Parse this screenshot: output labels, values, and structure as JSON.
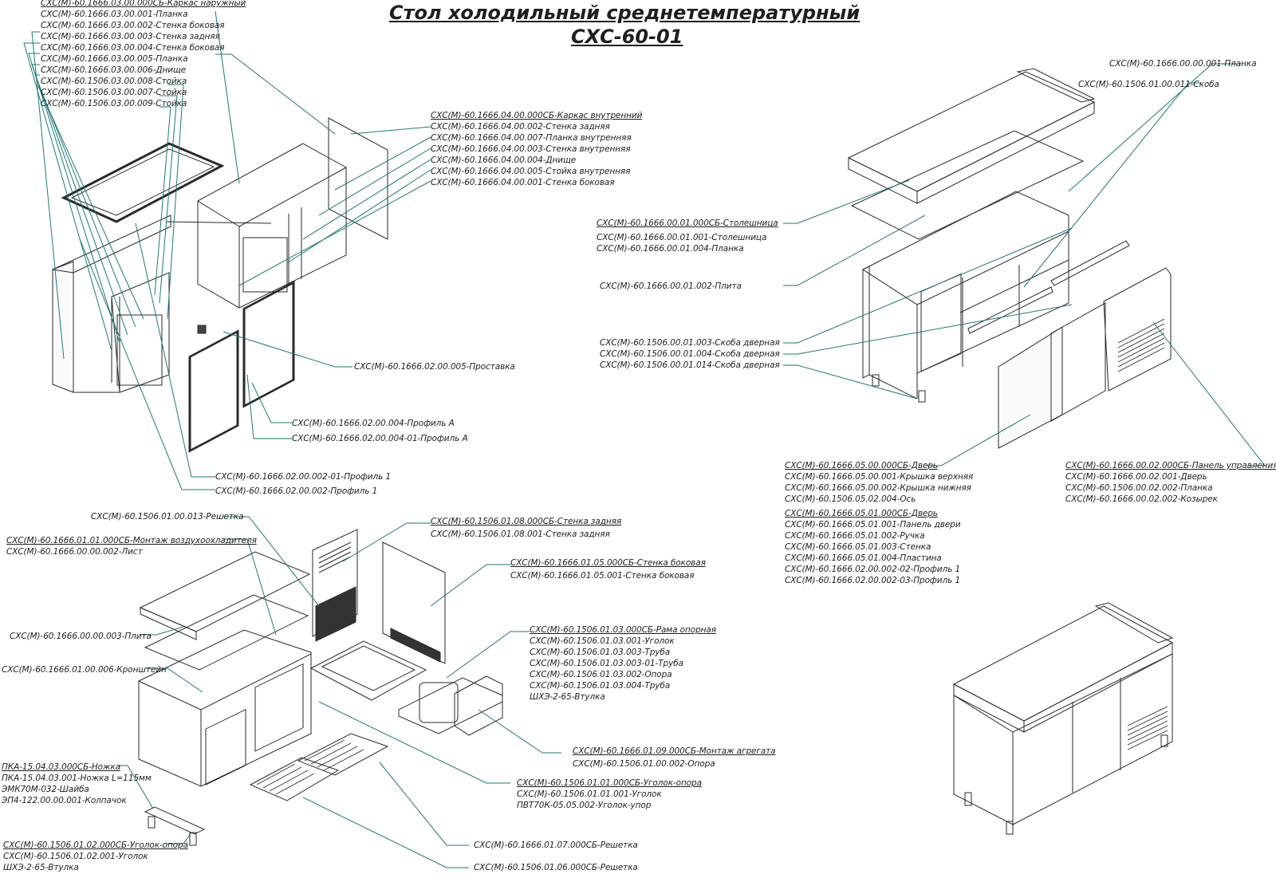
{
  "drawing": {
    "title_line1": "Стол холодильный среднетемпературный",
    "title_line2": "СХС-60-01",
    "leader_color": "#1a7a78"
  },
  "labels": {
    "outer_frame": {
      "header": "СХС(М)-60.1666.03.00.000СБ-Каркас наружный",
      "items": [
        "СХС(М)-60.1666.03.00.001-Планка",
        "СХС(М)-60.1666.03.00.002-Стенка боковая",
        "СХС(М)-60.1666.03.00.003-Стенка задняя",
        "СХС(М)-60.1666.03.00.004-Стенка боковая",
        "СХС(М)-60.1666.03.00.005-Планка",
        "СХС(М)-60.1666.03.00.006-Днище",
        "СХС(М)-60.1506.03.00.008-Стойка",
        "СХС(М)-60.1506.03.00.007-Стойка",
        "СХС(М)-60.1506.03.00.009-Стойка"
      ]
    },
    "inner_frame": {
      "header": "СХС(М)-60.1666.04.00.000СБ-Каркас внутренний",
      "items": [
        "СХС(М)-60.1666.04.00.002-Стенка задняя",
        "СХС(М)-60.1666.04.00.007-Планка внутренняя",
        "СХС(М)-60.1666.04.00.003-Стенка внутренняя",
        "СХС(М)-60.1666.04.00.004-Днище",
        "СХС(М)-60.1666.04.00.005-Стойка внутренняя",
        "СХС(М)-60.1666.04.00.001-Стенка боковая"
      ]
    },
    "spacer": "СХС(М)-60.1666.02.00.005-Проставка",
    "profile_a": "СХС(М)-60.1666.02.00.004-Профиль А",
    "profile_a_01": "СХС(М)-60.1666.02.00.004-01-Профиль А",
    "profile_1_01": "СХС(М)-60.1666.02.00.002-01-Профиль 1",
    "profile_1": "СХС(М)-60.1666.02.00.002-Профиль 1",
    "top_plank": "СХС(М)-60.1666.00.00.001-Планка",
    "bracket_011": "СХС(М)-60.1506.01.00.011-Скоба",
    "tabletop": {
      "header": "СХС(М)-60.1666.00.01.000СБ-Столешница",
      "items": [
        "СХС(М)-60.1666.00.01.001-Столешница",
        "СХС(М)-60.1666.00.01.004-Планка"
      ]
    },
    "plate_002": "СХС(М)-60.1666.00.01.002-Плита",
    "door_brackets": [
      "СХС(М)-60.1506.00.01.003-Скоба дверная",
      "СХС(М)-60.1506.00.01.004-Скоба дверная",
      "СХС(М)-60.1506.00.01.014-Скоба дверная"
    ],
    "door": {
      "header": "СХС(М)-60.1666.05.00.000СБ-Дверь",
      "items": [
        "СХС(М)-60.1666.05.00.001-Крышка верхняя",
        "СХС(М)-60.1666.05.00.002-Крышка нижняя",
        "СХС(М)-60.1506.05.02.004-Ось"
      ],
      "sub_header": "СХС(М)-60.1666.05.01.000СБ-Дверь",
      "sub_items": [
        "СХС(М)-60.1666.05.01.001-Панель двери",
        "СХС(М)-60.1666.05.01.002-Ручка",
        "СХС(М)-60.1666.05.01.003-Стенка",
        "СХС(М)-60.1666.05.01.004-Пластина",
        "СХС(М)-60.1666.02.00.002-02-Профиль 1",
        "СХС(М)-60.1666.02.00.002-03-Профиль 1"
      ]
    },
    "control_panel": {
      "header": "СХС(М)-60.1666.00.02.000СБ-Панель управления",
      "items": [
        "СХС(М)-60.1666.00.02.001-Дверь",
        "СХС(М)-60.1506.00.02.002-Планка",
        "СХС(М)-60.1666.00.02.002-Козырек"
      ]
    },
    "grille_013": "СХС(М)-60.1506.01.00.013-Решетка",
    "air_cooler": {
      "header": "СХС(М)-60.1666.01.01.000СБ-Монтаж воздухоохладителя",
      "items": [
        "СХС(М)-60.1666.00.00.002-Лист"
      ]
    },
    "plate_003": "СХС(М)-60.1666.00.00.003-Плита",
    "bracket_006": "СХС(М)-60.1666.01.00.006-Кронштейн",
    "leg": {
      "header": "ПКА-15.04.03.000СБ-Ножка",
      "items": [
        "ПКА-15.04.03.001-Ножка L=115мм",
        "ЭМК70М-032-Шайба",
        "ЭП4-122.00.00.001-Колпачок"
      ]
    },
    "corner_support_02": {
      "header": "СХС(М)-60.1506.01.02.000СБ-Уголок-опора",
      "items": [
        "СХС(М)-60.1506.01.02.001-Уголок",
        "ШХЭ-2-65-Втулка"
      ]
    },
    "back_wall": {
      "header": "СХС(М)-60.1506.01.08.000СБ-Стенка задняя",
      "items": [
        "СХС(М)-60.1506.01.08.001-Стенка задняя"
      ]
    },
    "side_wall": {
      "header": "СХС(М)-60.1666.01.05.000СБ-Стенка боковая",
      "items": [
        "СХС(М)-60.1666.01.05.001-Стенка боковая"
      ]
    },
    "support_frame": {
      "header": "СХС(М)-60.1506.01.03.000СБ-Рама опорная",
      "items": [
        "СХС(М)-60.1506.01.03.001-Уголок",
        "СХС(М)-60.1506.01.03.003-Труба",
        "СХС(М)-60.1506.01.03.003-01-Труба",
        "СХС(М)-60.1506.01.03.002-Опора",
        "СХС(М)-60.1506.01.03.004-Труба",
        "ШХЭ-2-65-Втулка"
      ]
    },
    "unit_mount": {
      "header": "СХС(М)-60.1666.01.09.000СБ-Монтаж агрегата",
      "items": [
        "СХС(М)-60.1506.01.00.002-Опора"
      ]
    },
    "corner_support_01": {
      "header": "СХС(М)-60.1506.01.01.000СБ-Уголок-опора",
      "items": [
        "СХС(М)-60.1506.01.01.001-Уголок",
        "ПВТ70К-05.05.002-Уголок-упор"
      ]
    },
    "grate_07": "СХС(М)-60.1666.01.07.000СБ-Решетка",
    "grate_06": "СХС(М)-60.1506.01.06.000СБ-Решетка"
  }
}
